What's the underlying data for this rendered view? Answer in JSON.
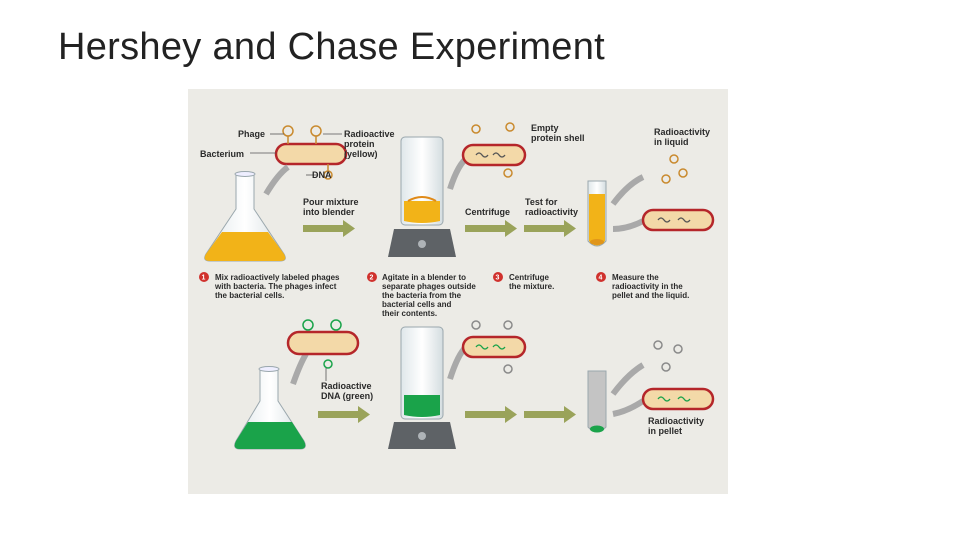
{
  "title": "Hershey and Chase Experiment",
  "figure": {
    "labels": {
      "phage": "Phage",
      "bacterium": "Bacterium",
      "radioactive_protein": [
        "Radioactive",
        "protein",
        "(yellow)"
      ],
      "dna": "DNA",
      "pour": [
        "Pour mixture",
        "into blender"
      ],
      "empty_shell": [
        "Empty",
        "protein shell"
      ],
      "centrifuge": "Centrifuge",
      "test": [
        "Test for",
        "radioactivity"
      ],
      "radio_liquid": [
        "Radioactivity",
        "in liquid"
      ],
      "radio_dna": [
        "Radioactive",
        "DNA (green)"
      ],
      "radio_pellet": [
        "Radioactivity",
        "in pellet"
      ]
    },
    "steps": [
      {
        "number": "1",
        "lines": [
          "Mix radioactively labeled phages",
          "with bacteria. The phages infect",
          "the bacterial cells."
        ]
      },
      {
        "number": "2",
        "lines": [
          "Agitate in a blender to",
          "separate phages outside",
          "the bacteria from the",
          "bacterial cells and",
          "their contents."
        ]
      },
      {
        "number": "3",
        "lines": [
          "Centrifuge",
          "the mixture."
        ]
      },
      {
        "number": "4",
        "lines": [
          "Measure the",
          "radioactivity in the",
          "pellet and the liquid."
        ]
      }
    ],
    "colors": {
      "yellow": "#f2b318",
      "green": "#1aa34a",
      "bacterium": "#f3d9a8",
      "bacterium_outline": "#b5262a",
      "arrow_olive": "#9aa35a",
      "arrow_grey": "#a9a9a9",
      "step_marker": "#d0312d"
    }
  }
}
